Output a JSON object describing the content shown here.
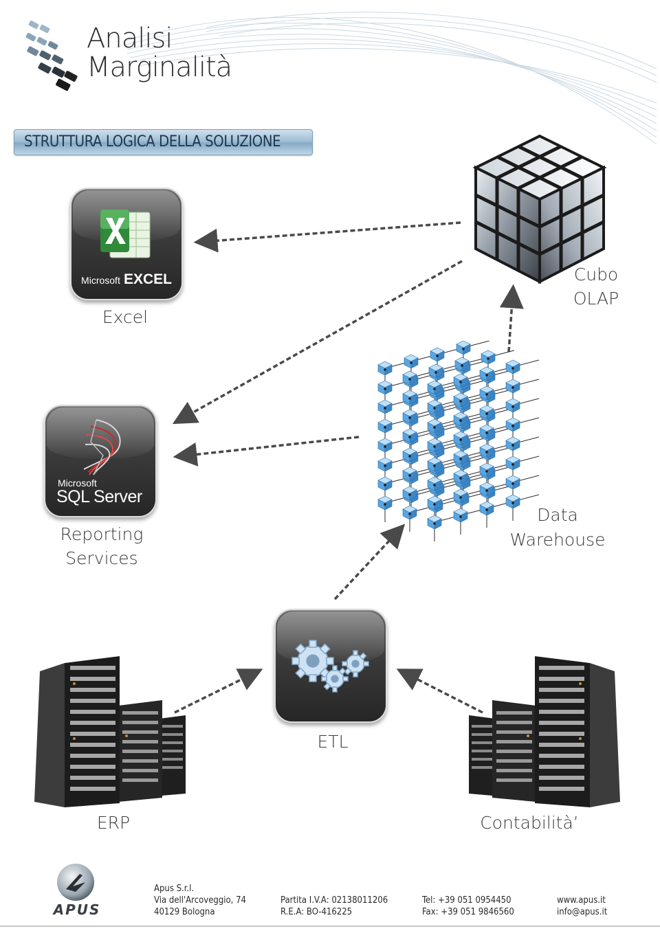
{
  "brand": {
    "line1": "Analisi",
    "line2": "Marginalità"
  },
  "section": {
    "title": "STRUTTURA LOGICA DELLA SOLUZIONE"
  },
  "nodes": {
    "excel": {
      "caption": "Excel",
      "tile_small": "Microsoft",
      "tile_big": "EXCEL"
    },
    "olap": {
      "caption_l1": "Cubo",
      "caption_l2": "OLAP"
    },
    "sql": {
      "caption_l1": "Reporting",
      "caption_l2": "Services",
      "tile_small": "Microsoft",
      "tile_big": "SQL Server"
    },
    "dw": {
      "caption_l1": "Data",
      "caption_l2": "Warehouse"
    },
    "etl": {
      "caption": "ETL"
    },
    "erp": {
      "caption": "ERP"
    },
    "contabilita": {
      "caption": "Contabilità’"
    }
  },
  "edges": [
    {
      "from": "olap",
      "to": "excel"
    },
    {
      "from": "olap",
      "to": "sql"
    },
    {
      "from": "dw",
      "to": "sql"
    },
    {
      "from": "dw",
      "to": "olap"
    },
    {
      "from": "etl",
      "to": "dw"
    },
    {
      "from": "erp",
      "to": "etl"
    },
    {
      "from": "contabilita",
      "to": "etl"
    }
  ],
  "footer": {
    "logo_text": "APUS",
    "company": "Apus S.r.l.",
    "address": "Via dell'Arcoveggio, 74",
    "city": "40129 Bologna",
    "vat": "Partita I.V.A: 02138011206",
    "rea": "R.E.A: BO-416225",
    "tel": "Tel: +39 051 0954450",
    "fax": "Fax: +39 051 9846560",
    "web": "www.apus.it",
    "email": "info@apus.it"
  },
  "colors": {
    "accent": "#8fb3cf",
    "arrow": "#4a4a4a",
    "dw_cube": "#5aa6e0"
  }
}
